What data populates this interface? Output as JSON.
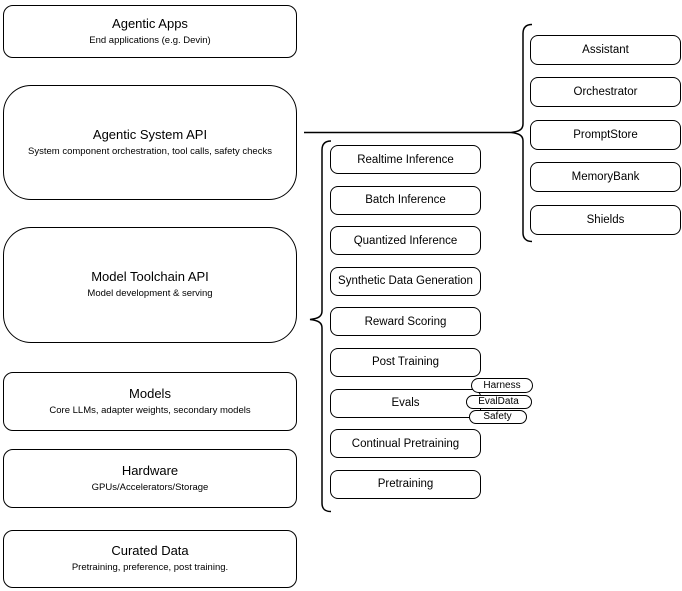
{
  "stack": [
    {
      "title": "Agentic Apps",
      "subtitle": "End applications (e.g. Devin)"
    },
    {
      "title": "Agentic System API",
      "subtitle": "System component orchestration, tool calls, safety checks"
    },
    {
      "title": "Model Toolchain API",
      "subtitle": "Model development & serving"
    },
    {
      "title": "Models",
      "subtitle": "Core LLMs, adapter weights, secondary models"
    },
    {
      "title": "Hardware",
      "subtitle": "GPUs/Accelerators/Storage"
    },
    {
      "title": "Curated Data",
      "subtitle": "Pretraining, preference, post training."
    }
  ],
  "toolchain_items": [
    "Realtime Inference",
    "Batch Inference",
    "Quantized Inference",
    "Synthetic Data Generation",
    "Reward Scoring",
    "Post Training",
    "Evals",
    "Continual Pretraining",
    "Pretraining"
  ],
  "system_components": [
    "Assistant",
    "Orchestrator",
    "PromptStore",
    "MemoryBank",
    "Shields"
  ],
  "eval_tags": [
    "Harness",
    "EvalData",
    "Safety"
  ],
  "colors": {
    "stroke": "#000000",
    "background": "#ffffff"
  }
}
